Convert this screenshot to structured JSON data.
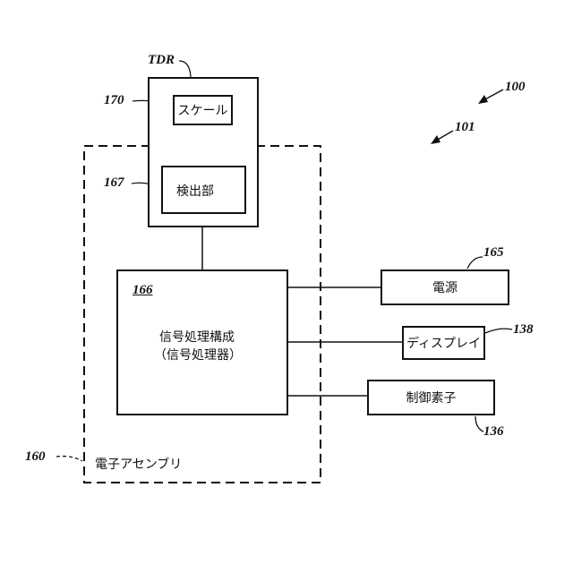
{
  "diagram": {
    "tdr": {
      "ref": "TDR"
    },
    "scale": {
      "ref": "170",
      "label": "スケール"
    },
    "detector": {
      "ref": "167",
      "label": "検出部"
    },
    "signal_processing": {
      "ref": "166",
      "label": "信号処理構成",
      "label_sub": "（信号処理器）"
    },
    "power": {
      "ref": "165",
      "label": "電源"
    },
    "display": {
      "ref": "138",
      "label": "ディスプレイ"
    },
    "control": {
      "ref": "136",
      "label": "制御素子"
    },
    "assembly": {
      "ref": "160",
      "label": "電子アセンブリ"
    },
    "system_refs": {
      "r100": "100",
      "r101": "101"
    }
  }
}
